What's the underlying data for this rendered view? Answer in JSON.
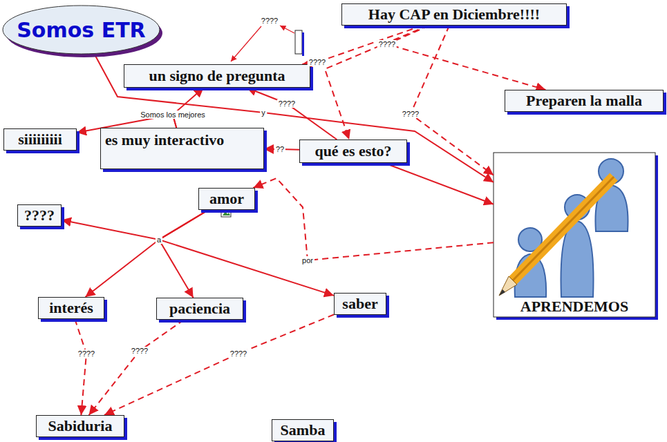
{
  "diagram": {
    "nodes": [
      {
        "text": [
          "Somos ETR"
        ]
      },
      {
        "text": [
          "Hay CAP en Diciembre!!!!"
        ]
      },
      {
        "text": [
          "un signo de pregunta"
        ]
      },
      {
        "text": [
          "Preparen la malla"
        ]
      },
      {
        "text": [
          "siiiiiiiii"
        ]
      },
      {
        "text": [
          "es muy interactivo"
        ]
      },
      {
        "text": [
          "qué es esto?"
        ]
      },
      {
        "text": [
          "amor"
        ]
      },
      {
        "text": [
          "????"
        ]
      },
      {
        "text": [
          "APRENDEMOS"
        ]
      },
      {
        "text": [
          "interés"
        ]
      },
      {
        "text": [
          "paciencia"
        ]
      },
      {
        "text": [
          "saber"
        ]
      },
      {
        "text": [
          "Sabiduria"
        ]
      },
      {
        "text": [
          "Samba"
        ]
      }
    ],
    "edges": [
      {
        "from": 0,
        "to": 9,
        "arrow": "to",
        "label": "y"
      },
      {
        "from": 1,
        "to": 2,
        "arrow": "to",
        "label": "????"
      },
      {
        "from": 1,
        "to": 6,
        "arrow": "to"
      },
      {
        "from": 1,
        "to": 3,
        "arrow": "to",
        "label": "????"
      },
      {
        "from": 1,
        "to": 9,
        "arrow": "to",
        "label": "????"
      },
      {
        "from": 5,
        "to": 4,
        "arrow": "to",
        "label": "Somos los mejores"
      },
      {
        "from": 5,
        "to": 2,
        "arrow": "to"
      },
      {
        "from": 6,
        "to": 2,
        "arrow": "to",
        "label": "????"
      },
      {
        "from": 6,
        "to": 5,
        "arrow": "to",
        "label": "??"
      },
      {
        "from": 6,
        "to": 9,
        "arrow": "to"
      },
      {
        "from": 9,
        "to": 7,
        "arrow": "to",
        "label": "por"
      },
      {
        "from": 7,
        "to": 8,
        "arrow": "to",
        "label": "a"
      },
      {
        "from": 7,
        "to": 10,
        "arrow": "to"
      },
      {
        "from": 7,
        "to": 11,
        "arrow": "to"
      },
      {
        "from": 7,
        "to": 12,
        "arrow": "to"
      },
      {
        "from": 10,
        "to": 13,
        "arrow": "to",
        "label": "????"
      },
      {
        "from": 11,
        "to": 13,
        "arrow": "to",
        "label": "????"
      },
      {
        "from": 12,
        "to": 13,
        "arrow": "to",
        "label": "????"
      }
    ],
    "labels": [
      "????"
    ]
  }
}
